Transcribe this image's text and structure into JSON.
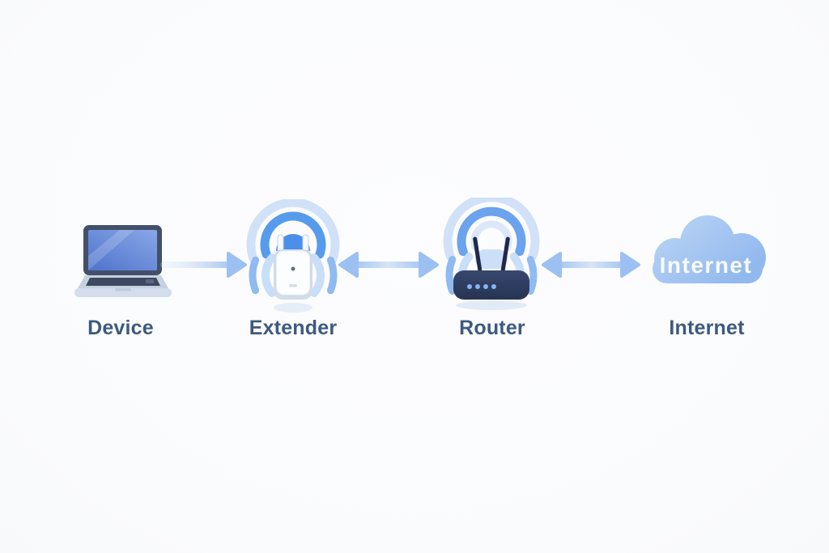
{
  "diagram": {
    "background": "#fbfcfe",
    "nodes": [
      {
        "id": "device",
        "label": "Device",
        "icon": "laptop-icon"
      },
      {
        "id": "extender",
        "label": "Extender",
        "icon": "wifi-extender-icon"
      },
      {
        "id": "router",
        "label": "Router",
        "icon": "wifi-router-icon"
      },
      {
        "id": "internet",
        "label": "Internet",
        "icon": "internet-cloud-icon",
        "icon_text": "Internet"
      }
    ],
    "connections": [
      {
        "from": "device",
        "to": "extender",
        "direction": "right"
      },
      {
        "from": "extender",
        "to": "router",
        "direction": "both"
      },
      {
        "from": "router",
        "to": "internet",
        "direction": "both"
      }
    ],
    "colors": {
      "label_text": "#3d5a7e",
      "arrow": "#9cc0f1",
      "wifi_strong": "#4a90e9",
      "wifi_mid": "#579bec",
      "wifi_light": "#d1e2f8",
      "wave_inner": "#c9def8",
      "wave_outer": "#90bbf1",
      "cloud_top": "#c3daf7",
      "cloud_bottom": "#92b9ee",
      "cloud_text": "#ffffff",
      "router_body": "#2e3c5f",
      "router_led": "#84b4f3",
      "laptop_screen": "#5b80d6",
      "extender_body": "#fcfdff"
    }
  }
}
